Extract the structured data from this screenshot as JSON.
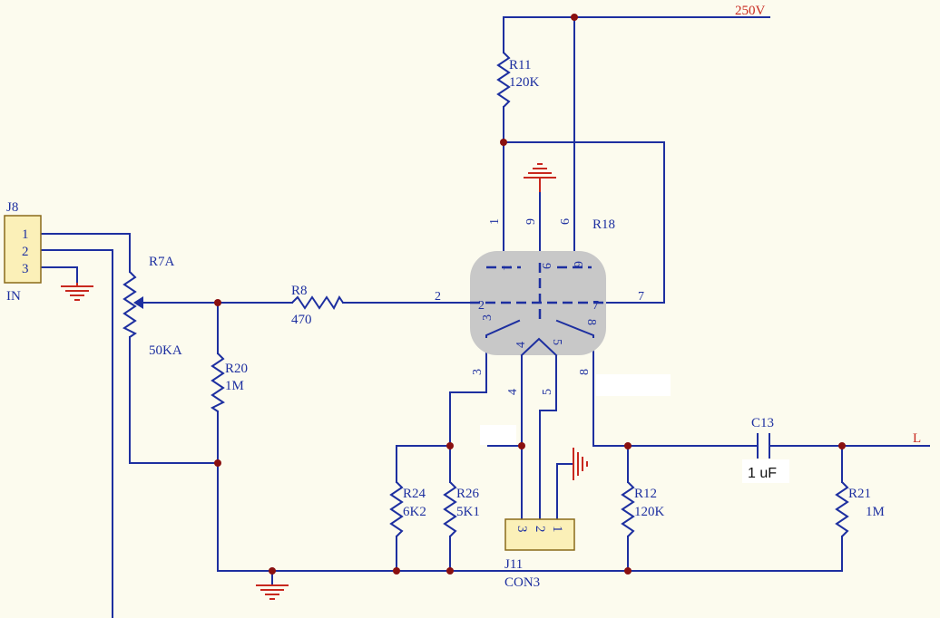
{
  "supply": {
    "voltage_label": "250V"
  },
  "connectors": {
    "j8": {
      "ref": "J8",
      "value": "IN",
      "pins": [
        "1",
        "2",
        "3"
      ]
    },
    "j11": {
      "ref": "J11",
      "value": "CON3",
      "pins": [
        "3",
        "2",
        "1"
      ]
    }
  },
  "resistors": {
    "r7a": {
      "ref": "R7A",
      "value": "50KA"
    },
    "r8": {
      "ref": "R8",
      "value": "470"
    },
    "r11": {
      "ref": "R11",
      "value": "120K"
    },
    "r12": {
      "ref": "R12",
      "value": "120K"
    },
    "r18": {
      "ref": "R18"
    },
    "r20": {
      "ref": "R20",
      "value": "1M"
    },
    "r21": {
      "ref": "R21",
      "value": "1M"
    },
    "r24": {
      "ref": "R24",
      "value": "6K2"
    },
    "r26": {
      "ref": "R26",
      "value": "5K1"
    }
  },
  "capacitors": {
    "c13": {
      "ref": "C13",
      "value": "1 uF"
    }
  },
  "output": {
    "label": "L"
  },
  "tube": {
    "pins": {
      "p1": "1",
      "p2": "2",
      "p3": "3",
      "p4": "4",
      "p5": "5",
      "p6": "6",
      "p7": "7",
      "p8": "8",
      "p9": "9"
    }
  },
  "colors": {
    "wire": "#1d2fa0",
    "ground": "#c8281e",
    "junction": "#8a1010",
    "background": "#fcfbee",
    "connector_fill": "#fbf0b8",
    "tube_fill": "#c8c8c8"
  }
}
